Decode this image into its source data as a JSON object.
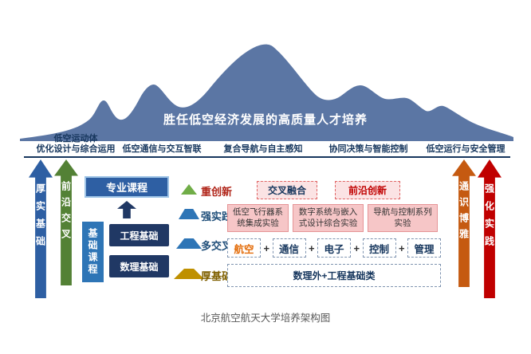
{
  "title": "胜任低空经济发展的高质量人才培养",
  "caption": "北京航空航天大学培养架构图",
  "colors": {
    "mountain": "#5b76a4",
    "navy": "#17375e",
    "pink_fill": "#f6c6c7",
    "pink_border": "#e59496"
  },
  "categories": [
    {
      "line1": "低空运动体",
      "line2": "优化设计与综合运用"
    },
    {
      "label": "低空通信与交互智联"
    },
    {
      "label": "复合导航与自主感知"
    },
    {
      "label": "协同决策与智能控制"
    },
    {
      "label": "低空运行与安全管理"
    }
  ],
  "side_arrows": {
    "left": [
      {
        "label": "厚实基础",
        "color": "#2e5fa3"
      },
      {
        "label": "前沿交叉",
        "color": "#538135"
      }
    ],
    "right": [
      {
        "label": "通识博雅",
        "color": "#c55a11"
      },
      {
        "label": "强化实践",
        "color": "#c00000"
      }
    ]
  },
  "courses": {
    "major": "专业课程",
    "base": "基础课程",
    "engineering": "工程基础",
    "math": "数理基础"
  },
  "pyramid": [
    {
      "label": "重创新",
      "text_color": "#b02418",
      "icon_color": "#70ad47"
    },
    {
      "label": "强实践",
      "text_color": "#1f4e79",
      "icon_color": "#2e75b6"
    },
    {
      "label": "多交叉",
      "text_color": "#1f4e79",
      "icon_color": "#2e75b6"
    },
    {
      "label": "厚基础",
      "text_color": "#7f6000",
      "icon_color": "#bf9000"
    }
  ],
  "innovation_row": [
    {
      "label": "交叉融合",
      "text_color": "#17375e"
    },
    {
      "label": "前沿创新",
      "text_color": "#c00000"
    }
  ],
  "practice_row": [
    "低空飞行器系统集成实验",
    "数字系统与嵌入式设计综合实验",
    "导航与控制系列实验"
  ],
  "cross_row": {
    "plus": "+",
    "items": [
      {
        "label": "航空",
        "text_color": "#e36c09"
      },
      {
        "label": "通信",
        "text_color": "#17375e"
      },
      {
        "label": "电子",
        "text_color": "#17375e"
      },
      {
        "label": "控制",
        "text_color": "#17375e"
      },
      {
        "label": "管理",
        "text_color": "#17375e"
      }
    ]
  },
  "base_row": "数理外+工程基础类"
}
